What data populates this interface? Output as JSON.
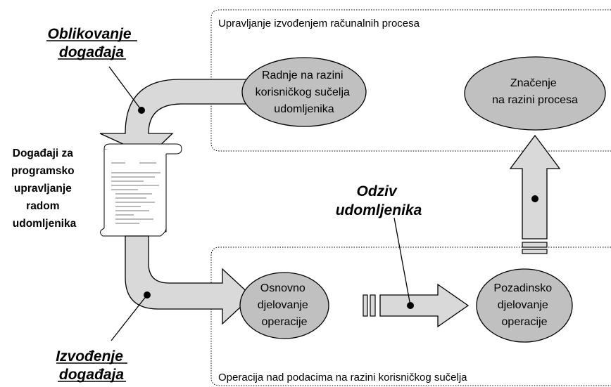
{
  "boxes": {
    "top_title": "Upravljanje izvođenjem računalnih procesa",
    "bottom_title": "Operacija nad podacima na razini korisničkog sučelja"
  },
  "ellipses": {
    "ui_actions": [
      "Radnje na razini",
      "korisničkog sučelja",
      "udomljenika"
    ],
    "process_meaning": [
      "Značenje",
      "na razini procesa"
    ],
    "basic_operation": [
      "Osnovno",
      "djelovanje",
      "operacije"
    ],
    "background_operation": [
      "Pozadinsko",
      "djelovanje",
      "operacije"
    ]
  },
  "labels": {
    "event_design": [
      "Oblikovanje",
      "događaja"
    ],
    "event_execution": [
      "Izvođenje",
      "događaja"
    ],
    "host_response": [
      "Odziv",
      "udomljenika"
    ],
    "events_doc": [
      "Događaji za",
      "programsko",
      "upravljanje",
      "radom",
      "udomljenika"
    ]
  },
  "colors": {
    "ellipse_fill": "#c0c0c0",
    "arrow_fill": "#d9d9d9",
    "outline": "#000000"
  }
}
